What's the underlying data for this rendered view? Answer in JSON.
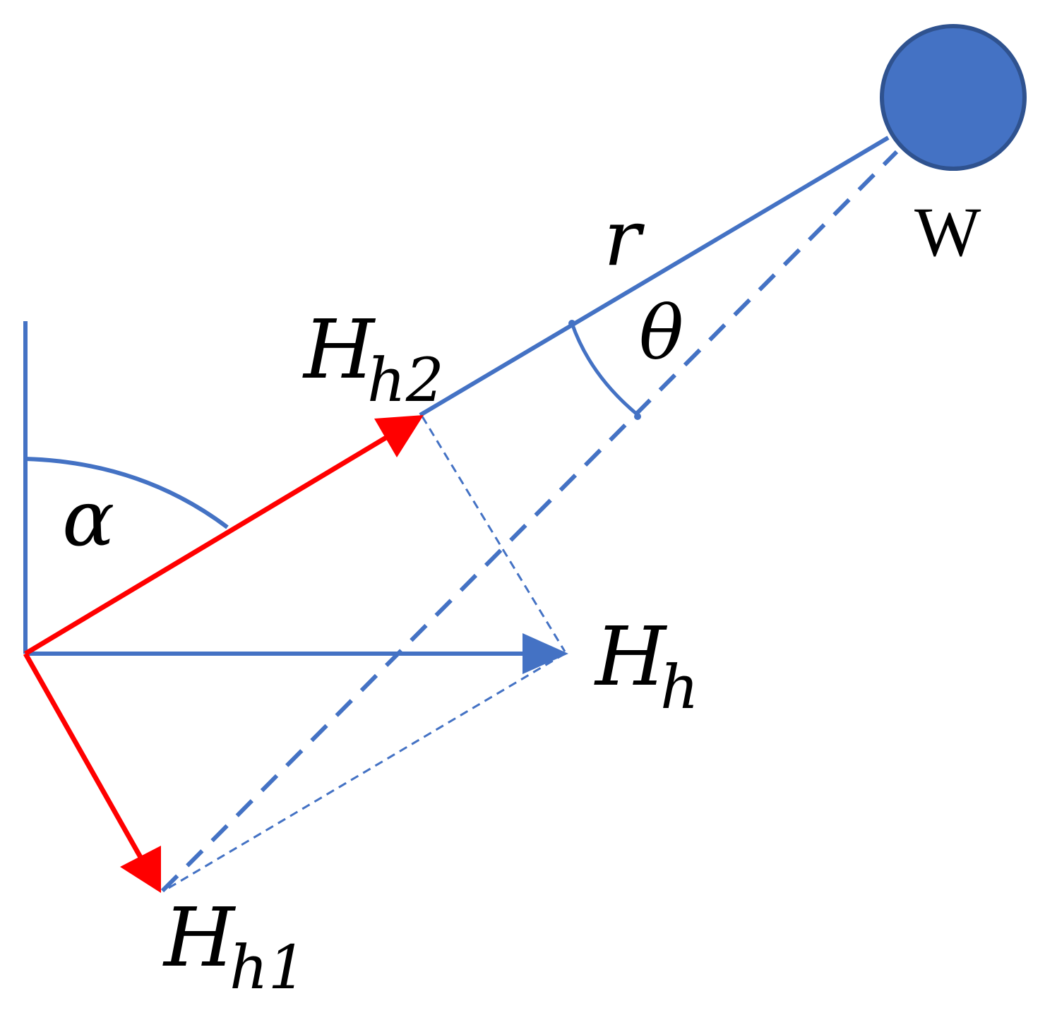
{
  "labels": {
    "alpha": "α",
    "theta": "θ",
    "r": "r",
    "w": "W",
    "hh_main": "H",
    "hh_sub": "h",
    "hh1_main": "H",
    "hh1_sub": "h1",
    "hh2_main": "H",
    "hh2_sub": "h2"
  },
  "colors": {
    "blue": "#4472C4",
    "red": "#FF0000",
    "text": "#000000"
  }
}
